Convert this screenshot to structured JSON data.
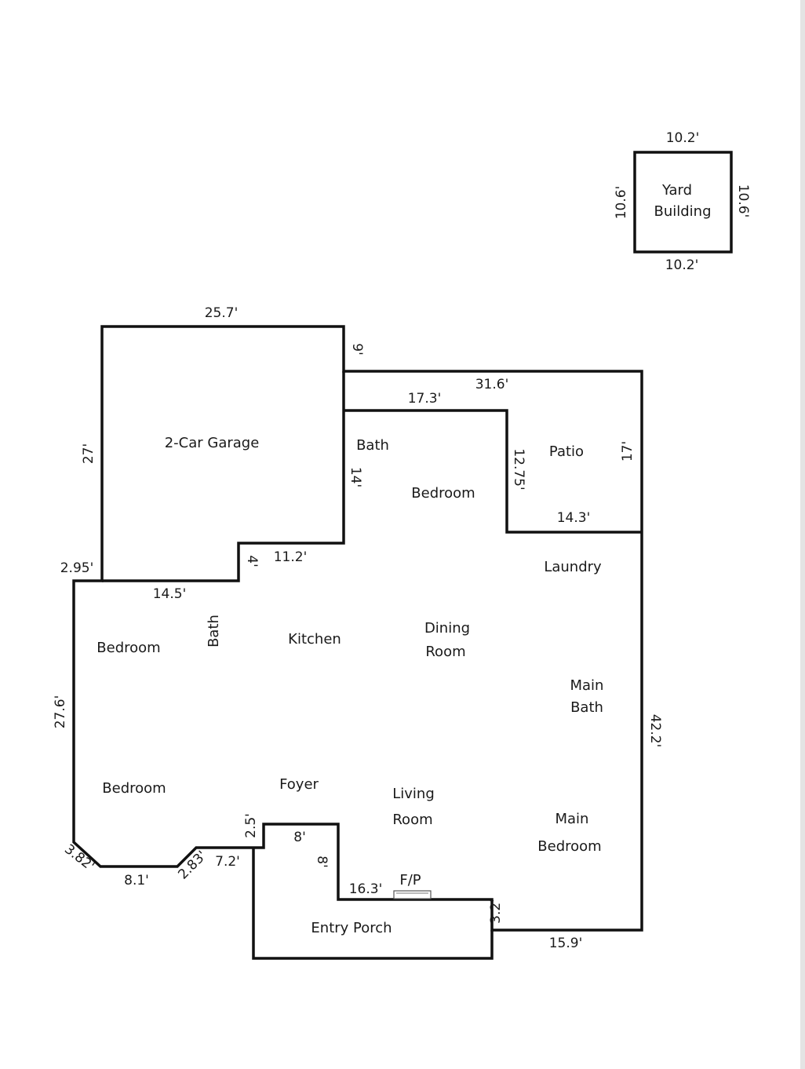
{
  "rooms": {
    "yard_building": [
      "Yard",
      "Building"
    ],
    "garage": "2-Car Garage",
    "bath_upper": "Bath",
    "bedroom_upper": "Bedroom",
    "patio": "Patio",
    "laundry": "Laundry",
    "bedroom_left_1": "Bedroom",
    "bath_left": "Bath",
    "kitchen": "Kitchen",
    "dining_room": [
      "Dining",
      "Room"
    ],
    "main_bath": [
      "Main",
      "Bath"
    ],
    "bedroom_left_2": "Bedroom",
    "foyer": "Foyer",
    "living_room": [
      "Living",
      "Room"
    ],
    "main_bedroom": [
      "Main",
      "Bedroom"
    ],
    "entry_porch": "Entry Porch",
    "fireplace": "F/P"
  },
  "dimensions": {
    "yard_top": "10.2'",
    "yard_bottom": "10.2'",
    "yard_left": "10.6'",
    "yard_right": "10.6'",
    "garage_top": "25.7'",
    "garage_left": "27'",
    "garage_right_step": "9'",
    "top_right": "31.6'",
    "bedroom_top": "17.3'",
    "bath_wall": "14'",
    "patio_left": "12.75'",
    "patio_right": "17'",
    "patio_bottom": "14.3'",
    "garage_bottom_right": "11.2'",
    "garage_notch": "4'",
    "left_jog": "2.95'",
    "garage_bottom_left": "14.5'",
    "left_wall": "27.6'",
    "right_wall": "42.2'",
    "corner_chamfer_left": "3.82'",
    "bottom_left": "8.1'",
    "corner_chamfer_right": "2.83'",
    "bottom_mid": "7.2'",
    "porch_jog": "2.5'",
    "porch_top": "8'",
    "porch_inner": "8'",
    "porch_right_top": "16.3'",
    "porch_right_jog": "3.2'",
    "bottom_right": "15.9'"
  }
}
